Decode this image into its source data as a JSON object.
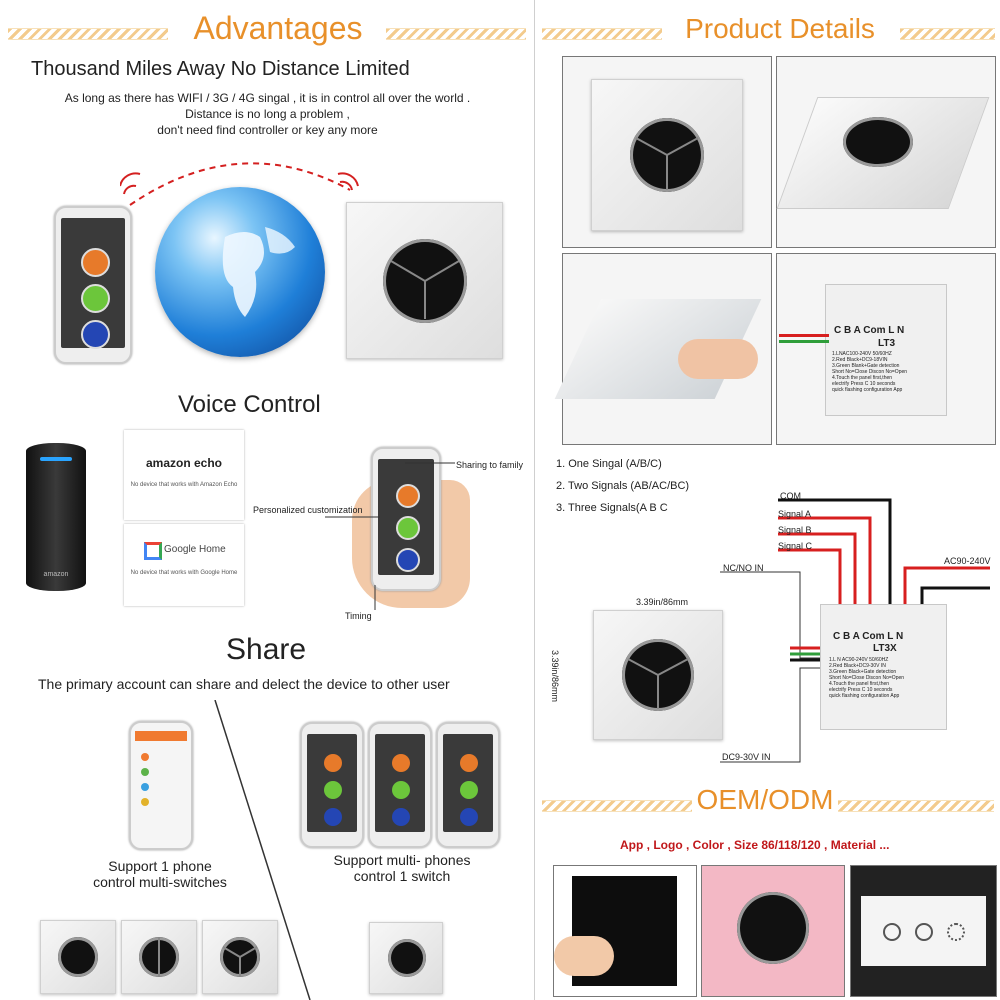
{
  "colors": {
    "accent": "#e8902a",
    "red": "#c0171a",
    "wire_red": "#d71f1f",
    "wire_green": "#2f9e3a"
  },
  "left": {
    "advantages_title": "Advantages",
    "distance_heading": "Thousand Miles Away  No Distance Limited",
    "distance_text": [
      "As long as there has WIFI / 3G / 4G singal , it is in control all over the world .",
      "Distance is no long a problem ,",
      "don't need find controller or key any more"
    ],
    "voice_heading": "Voice Control",
    "amazon_logo": "amazon echo",
    "amazon_text": "No device that works with Amazon Echo",
    "google_logo": "Google Home",
    "google_text": "No device that works with Google Home",
    "amazon_speaker_brand": "amazon",
    "phone_labels": {
      "sharing": "Sharing to family",
      "personal": "Personalized customization",
      "timing": "Timing"
    },
    "share_heading": "Share",
    "share_text": "The primary account can share and delect the device to other user",
    "support_one": [
      "Support 1 phone",
      "control multi-switches"
    ],
    "support_multi": [
      "Support multi- phones",
      "control 1 switch"
    ]
  },
  "right": {
    "details_title": "Product Details",
    "module_top_pins": "C  B  A  Com  L  N",
    "module_top_model": "LT3",
    "module_top_text": [
      "1.LNAC100-240V 50/60HZ",
      "2.Red Black+DC9-18VIN",
      "3.Green Blank+Gate detection",
      "Short No=Close  Discon No=Open",
      "4.Touch the panel first,then",
      "electrify Press C 10 seconds",
      "quick flashing configuration App"
    ],
    "signals": [
      "1. One Singal (A/B/C)",
      "2. Two Signals (AB/AC/BC)",
      "3. Three Signals(A B C"
    ],
    "wiring": {
      "com": "COM",
      "a": "Signal A",
      "b": "Signal B",
      "c": "Signal C",
      "ac": "AC90-240V",
      "ncno": "NC/NO IN",
      "dc": "DC9-30V IN",
      "width": "3.39in/86mm",
      "height": "3.39in/86mm"
    },
    "module_bottom_pins": "C  B  A  Com  L  N",
    "module_bottom_model": "LT3X",
    "module_bottom_text": [
      "1.L N AC90-240V 50/60HZ",
      "2.Red Black+DC9-30V IN",
      "3.Green Black+Gate detection",
      "Short No=Close  Discon No=Open",
      "4.Touch the panel first,then",
      "electrify Press C 10 seconds",
      "quick flashing configuration App"
    ],
    "oem_title": "OEM/ODM",
    "oem_text": "App , Logo , Color , Size 86/118/120 , Material ..."
  }
}
